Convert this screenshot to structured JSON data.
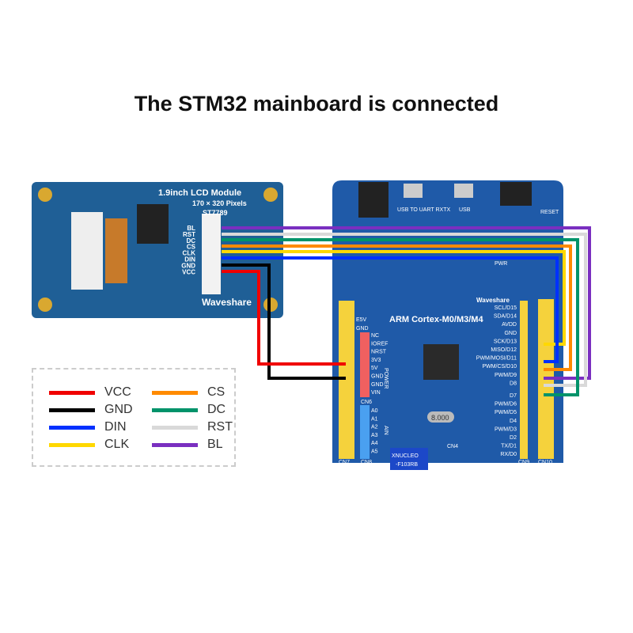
{
  "title": "The STM32 mainboard is connected",
  "lcd": {
    "name": "1.9inch LCD Module",
    "resolution": "170 × 320 Pixels",
    "driver": "ST7789",
    "brand": "Waveshare",
    "pins": [
      "BL",
      "RST",
      "DC",
      "CS",
      "CLK",
      "DIN",
      "GND",
      "VCC"
    ]
  },
  "board": {
    "heading": "ARM Cortex-M0/M3/M4",
    "brand": "Waveshare",
    "model_line1": "XNUCLEO",
    "model_line2": "-F103RB",
    "usb_uart": "USB TO UART RXTX",
    "usb": "USB",
    "reset": "RESET",
    "pwr": "PWR",
    "crystal": "8.000",
    "cn4": "CN4",
    "cn6": "CN6",
    "cn8": "CN8",
    "cn7": "CN7",
    "cn9": "CN9",
    "cn10": "CN10",
    "e5v": "E5V",
    "gnd_top": "GND",
    "power": "POWER",
    "ain": "AIN",
    "power_pins": [
      "NC",
      "IOREF",
      "NRST",
      "3V3",
      "5V",
      "GND",
      "GND",
      "VIN"
    ],
    "analog_pins": [
      "A0",
      "A1",
      "A2",
      "A3",
      "A4",
      "A5"
    ],
    "right_pins": [
      "SCL/D15",
      "SDA/D14",
      "AVDD",
      "GND",
      "SCK/D13",
      "MISO/D12",
      "PWM/MOSI/D11",
      "PWM/CS/D10",
      "PWM/D9",
      "D8",
      "D7",
      "PWM/D6",
      "PWM/D5",
      "D4",
      "PWM/D3",
      "D2",
      "TX/D1",
      "RX/D0"
    ]
  },
  "legend": [
    {
      "label": "VCC",
      "color": "#f00000"
    },
    {
      "label": "CS",
      "color": "#ff8a00"
    },
    {
      "label": "GND",
      "color": "#000000"
    },
    {
      "label": "DC",
      "color": "#00936a"
    },
    {
      "label": "DIN",
      "color": "#0030ff"
    },
    {
      "label": "RST",
      "color": "#d9d9d9"
    },
    {
      "label": "CLK",
      "color": "#ffd800"
    },
    {
      "label": "BL",
      "color": "#7a2fc0"
    }
  ]
}
